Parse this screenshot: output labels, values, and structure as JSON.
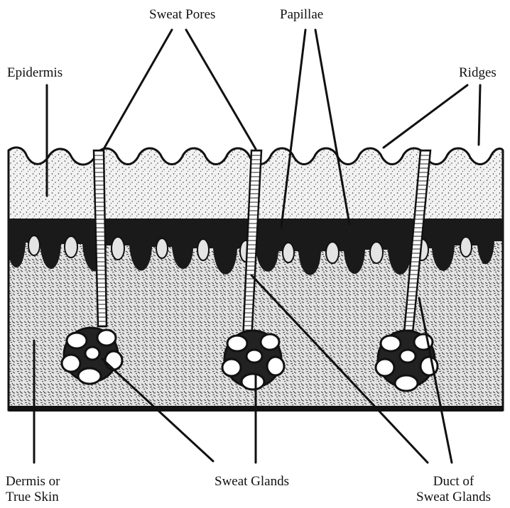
{
  "labels": {
    "sweat_pores": "Sweat Pores",
    "papillae": "Papillae",
    "epidermis": "Epidermis",
    "ridges": "Ridges",
    "dermis_line1": "Dermis or",
    "dermis_line2": "True Skin",
    "sweat_glands": "Sweat Glands",
    "duct_line1": "Duct of",
    "duct_line2": "Sweat Glands"
  },
  "colors": {
    "ink": "#111111",
    "epidermis_fill": "#e9e9e9",
    "dermis_fill": "#d7d7d7",
    "papillae_dark": "#1a1a1a",
    "background": "#ffffff"
  }
}
